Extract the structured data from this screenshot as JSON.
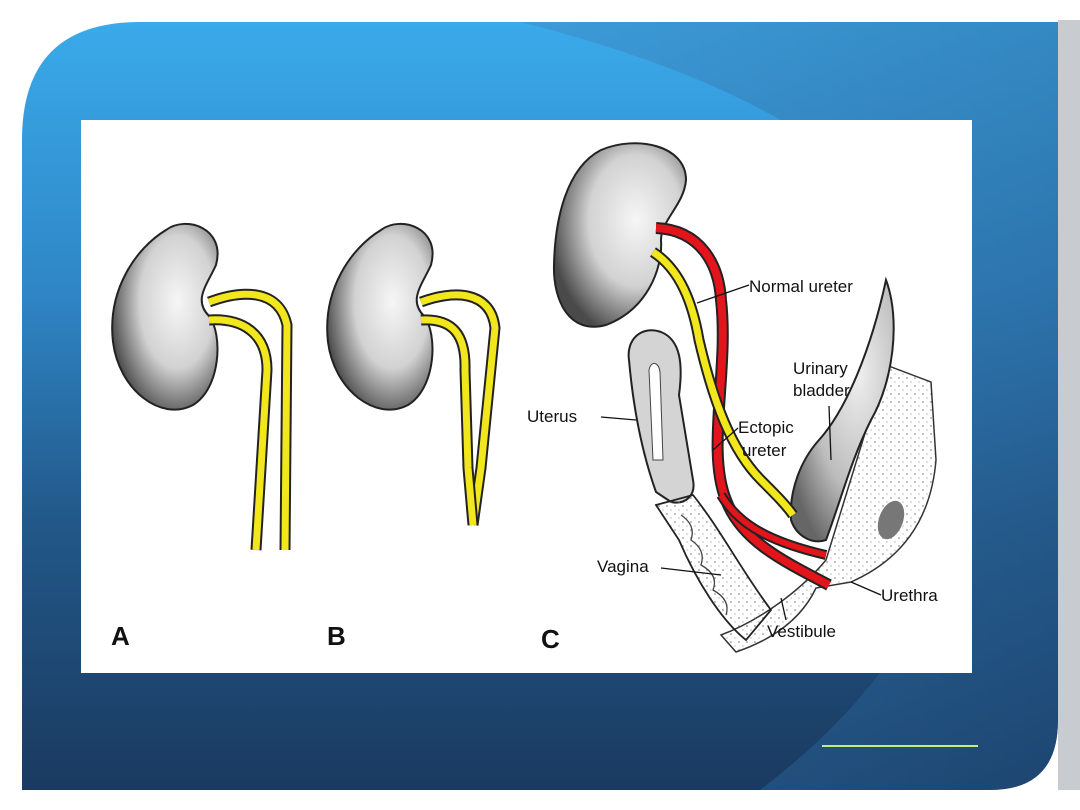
{
  "slide": {
    "colors": {
      "panel_light": "#3aa9e8",
      "panel_dark": "#1d3f66",
      "accent_line": "#c6ea7d",
      "edge_gray": "#c8ccd0"
    }
  },
  "figure": {
    "panels": [
      {
        "letter": "A"
      },
      {
        "letter": "B"
      },
      {
        "letter": "C"
      }
    ],
    "labels": {
      "normal_ureter": "Normal ureter",
      "urinary": "Urinary",
      "bladder": "bladder",
      "uterus": "Uterus",
      "ectopic": "Ectopic",
      "ureter": "ureter",
      "vagina": "Vagina",
      "urethra": "Urethra",
      "vestibule": "Vestibule"
    },
    "colors": {
      "normal_ureter": "#f2e61d",
      "ectopic_ureter": "#e3151c",
      "kidney_fill": "#dcdcdc"
    }
  }
}
